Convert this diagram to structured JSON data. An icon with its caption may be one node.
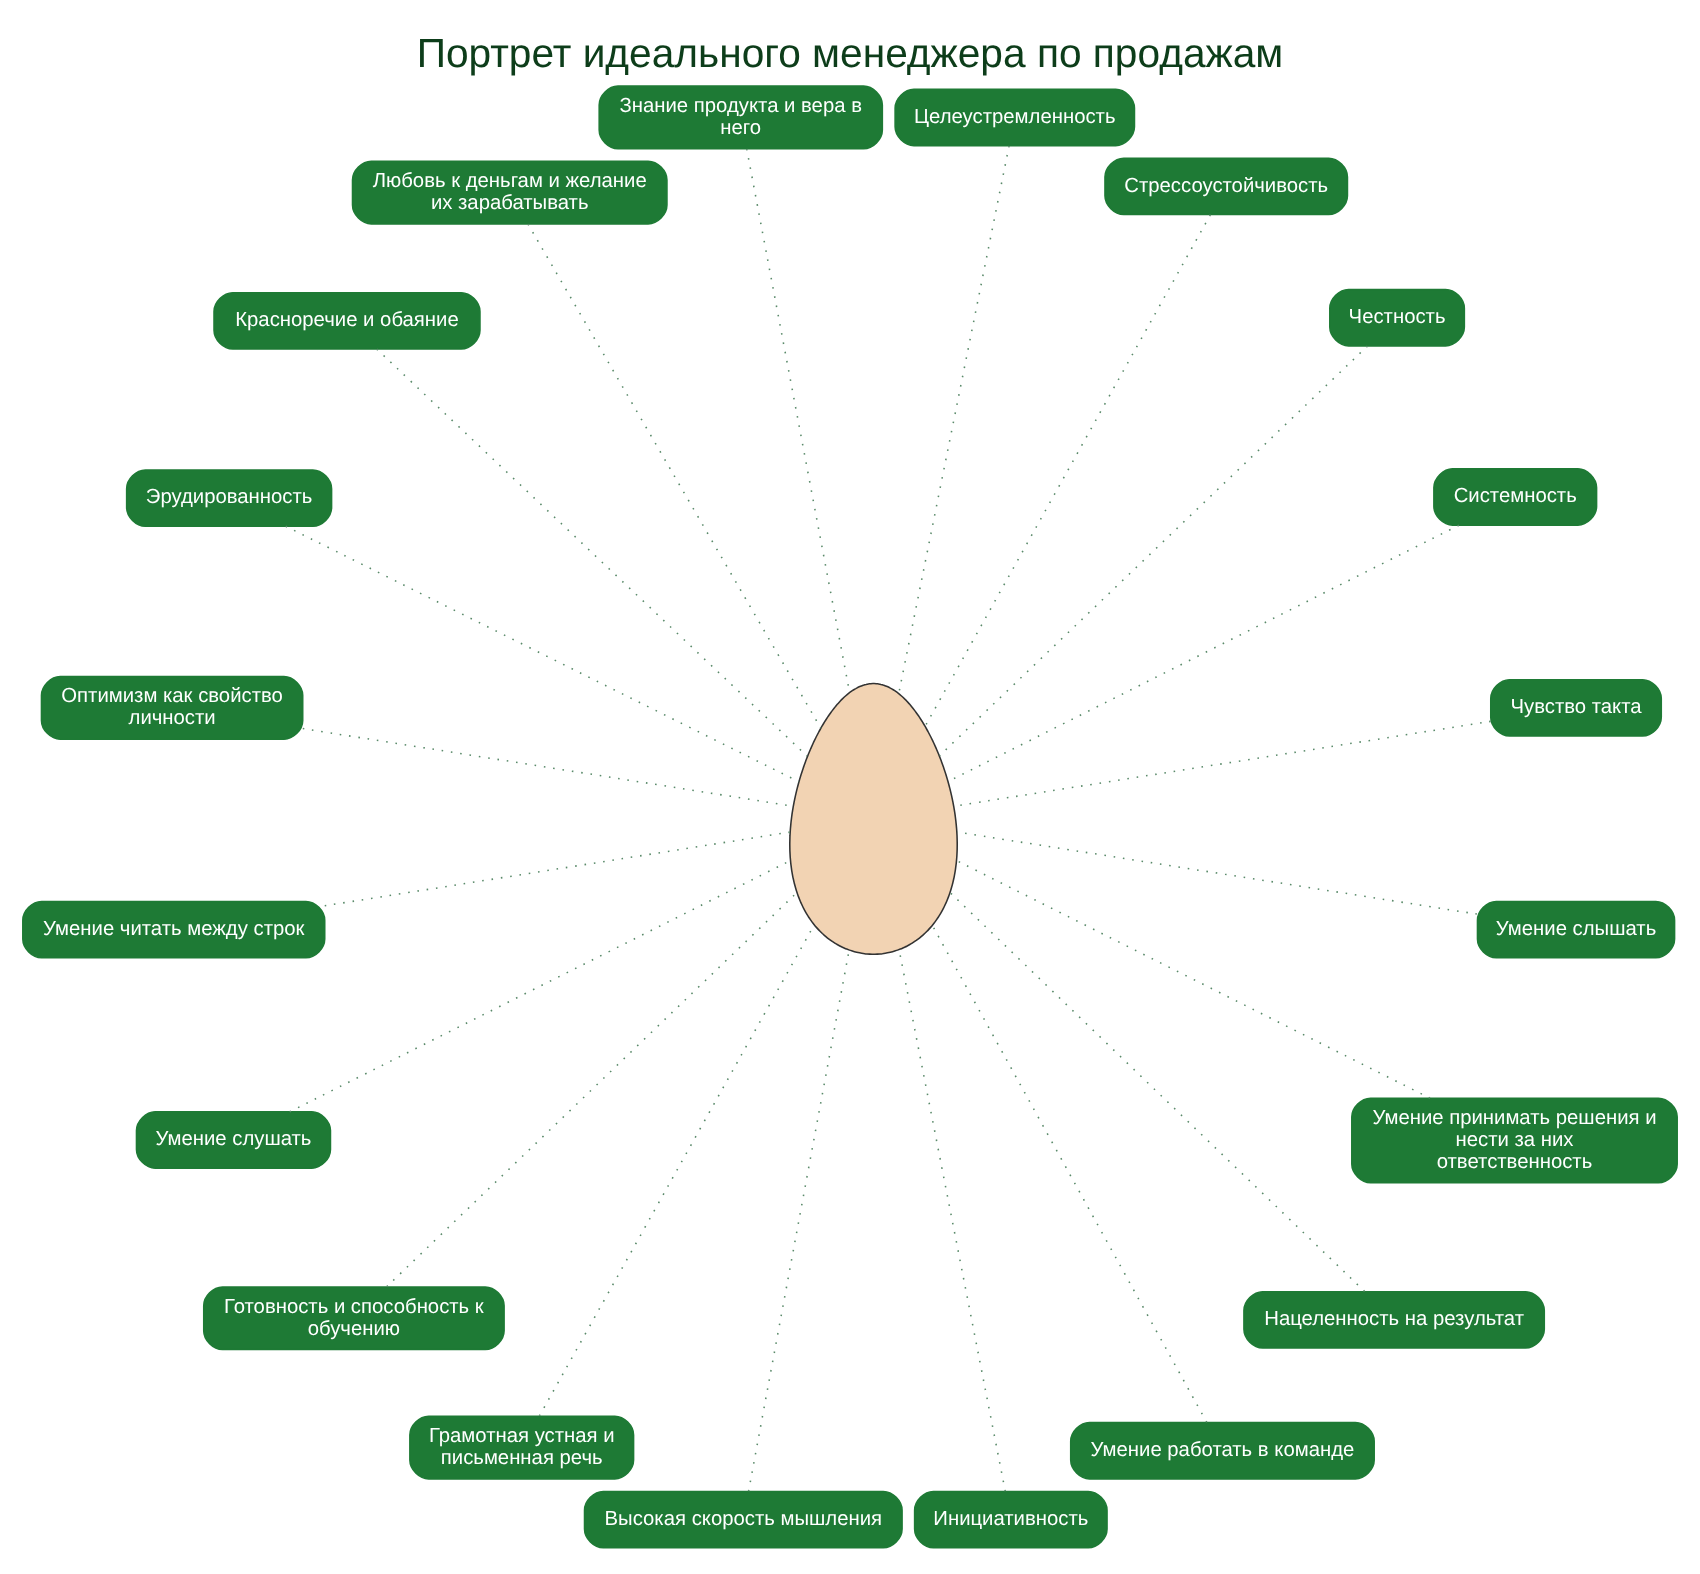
{
  "diagram": {
    "title": "Портрет идеального менеджера по продажам",
    "nodes": [
      {
        "text": [],
        "shape": "person"
      },
      {
        "text": [
          "Чувство такта"
        ]
      },
      {
        "text": [
          "Системность"
        ]
      },
      {
        "text": [
          "Честность"
        ]
      },
      {
        "text": [
          "Стрессоустойчивость"
        ]
      },
      {
        "text": [
          "Целеустремленность"
        ]
      },
      {
        "text": [
          "Знание продукта и вера в него"
        ]
      },
      {
        "text": [
          "Любовь к деньгам и желание их зарабатывать"
        ]
      },
      {
        "text": [
          "Красноречие и обаяние"
        ]
      },
      {
        "text": [
          "Эрудированность"
        ]
      },
      {
        "text": [
          "Оптимизм как свойство личности"
        ]
      },
      {
        "text": [
          "Умение читать между строк"
        ]
      },
      {
        "text": [
          "Умение слушать"
        ]
      },
      {
        "text": [
          "Готовность и способность к обучению"
        ]
      },
      {
        "text": [
          "Грамотная устная и письменная речь"
        ]
      },
      {
        "text": [
          "Высокая скорость мышления"
        ]
      },
      {
        "text": [
          "Инициативность"
        ]
      },
      {
        "text": [
          "Умение работать в команде"
        ]
      },
      {
        "text": [
          "Нацеленность на результат"
        ]
      },
      {
        "text": [
          "Умение принимать решения и нести за них ответственность"
        ]
      },
      {
        "text": [
          "Умение слышать"
        ]
      }
    ],
    "edges": [
      {
        "from": 1,
        "to": 0,
        "arrow": "none"
      },
      {
        "from": 2,
        "to": 0,
        "arrow": "none"
      },
      {
        "from": 3,
        "to": 0,
        "arrow": "none"
      },
      {
        "from": 4,
        "to": 0,
        "arrow": "none"
      },
      {
        "from": 5,
        "to": 0,
        "arrow": "none"
      },
      {
        "from": 6,
        "to": 0,
        "arrow": "none"
      },
      {
        "from": 7,
        "to": 0,
        "arrow": "none"
      },
      {
        "from": 8,
        "to": 0,
        "arrow": "none"
      },
      {
        "from": 9,
        "to": 0,
        "arrow": "none"
      },
      {
        "from": 10,
        "to": 0,
        "arrow": "none"
      },
      {
        "from": 11,
        "to": 0,
        "arrow": "none"
      },
      {
        "from": 12,
        "to": 0,
        "arrow": "none"
      },
      {
        "from": 13,
        "to": 0,
        "arrow": "none"
      },
      {
        "from": 14,
        "to": 0,
        "arrow": "none"
      },
      {
        "from": 15,
        "to": 0,
        "arrow": "none"
      },
      {
        "from": 16,
        "to": 0,
        "arrow": "none"
      },
      {
        "from": 17,
        "to": 0,
        "arrow": "none"
      },
      {
        "from": 18,
        "to": 0,
        "arrow": "none"
      },
      {
        "from": 19,
        "to": 0,
        "arrow": "none"
      },
      {
        "from": 20,
        "to": 0,
        "arrow": "none"
      }
    ]
  }
}
